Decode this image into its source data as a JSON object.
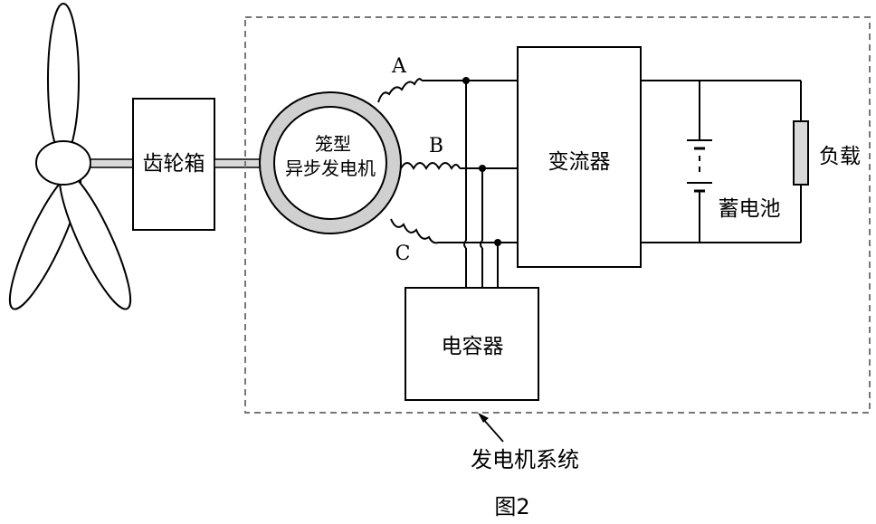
{
  "diagram": {
    "gearbox_label": "齿轮箱",
    "generator_label_line1": "笼型",
    "generator_label_line2": "异步发电机",
    "converter_label": "变流器",
    "capacitor_label": "电容器",
    "battery_label": "蓄电池",
    "load_label": "负载",
    "system_label": "发电机系统",
    "figure_caption": "图2",
    "phase_labels": [
      "A",
      "B",
      "C"
    ]
  }
}
